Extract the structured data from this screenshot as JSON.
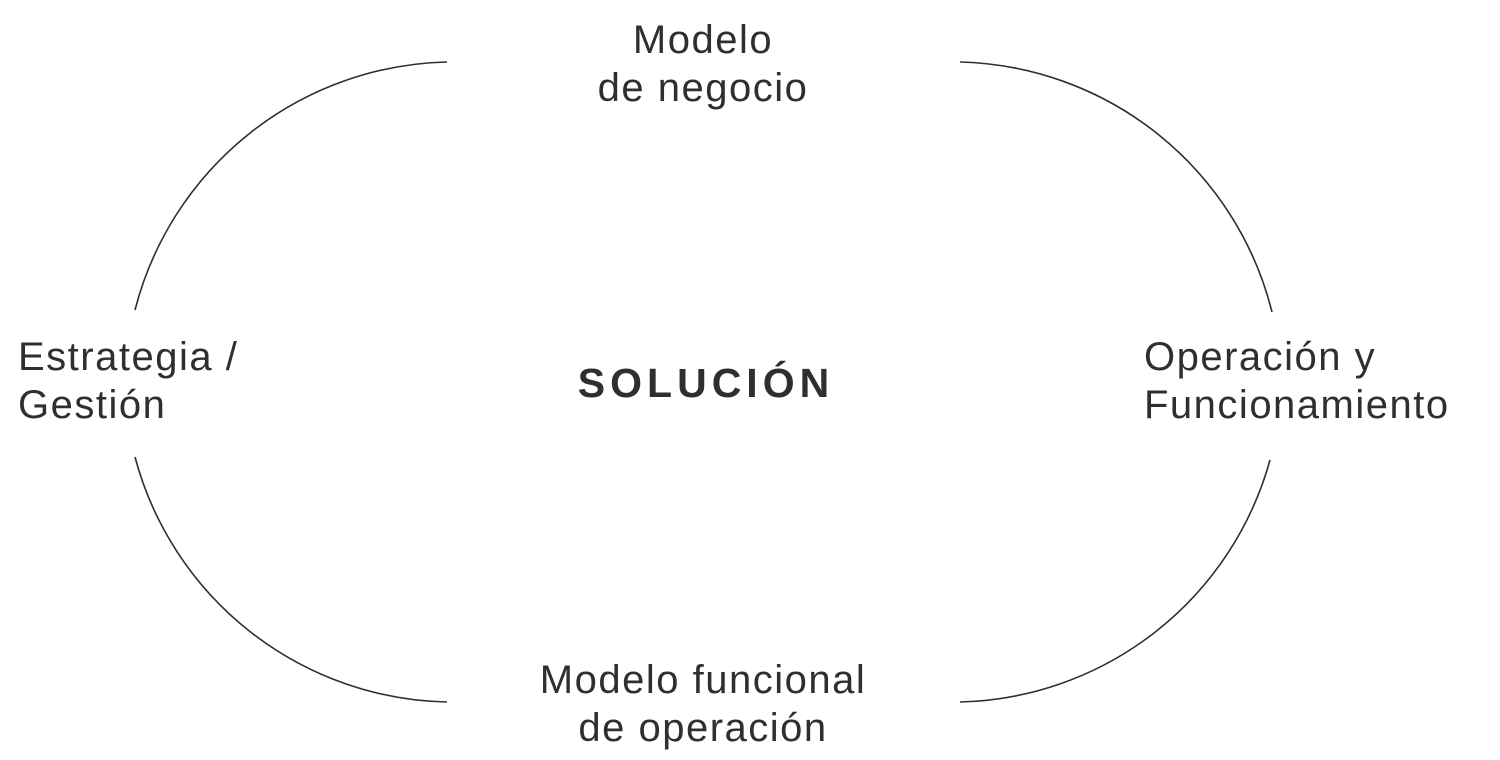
{
  "center": "SOLUCIÓN",
  "nodes": {
    "top": [
      "Modelo",
      "de negocio"
    ],
    "left": [
      "Estrategia /",
      "Gestión"
    ],
    "right": [
      "Operación y",
      "Funcionamiento"
    ],
    "bottom": [
      "Modelo funcional",
      "de operación"
    ]
  },
  "colors": {
    "stroke": "#2f2f2f",
    "text": "#2f2f2f"
  }
}
